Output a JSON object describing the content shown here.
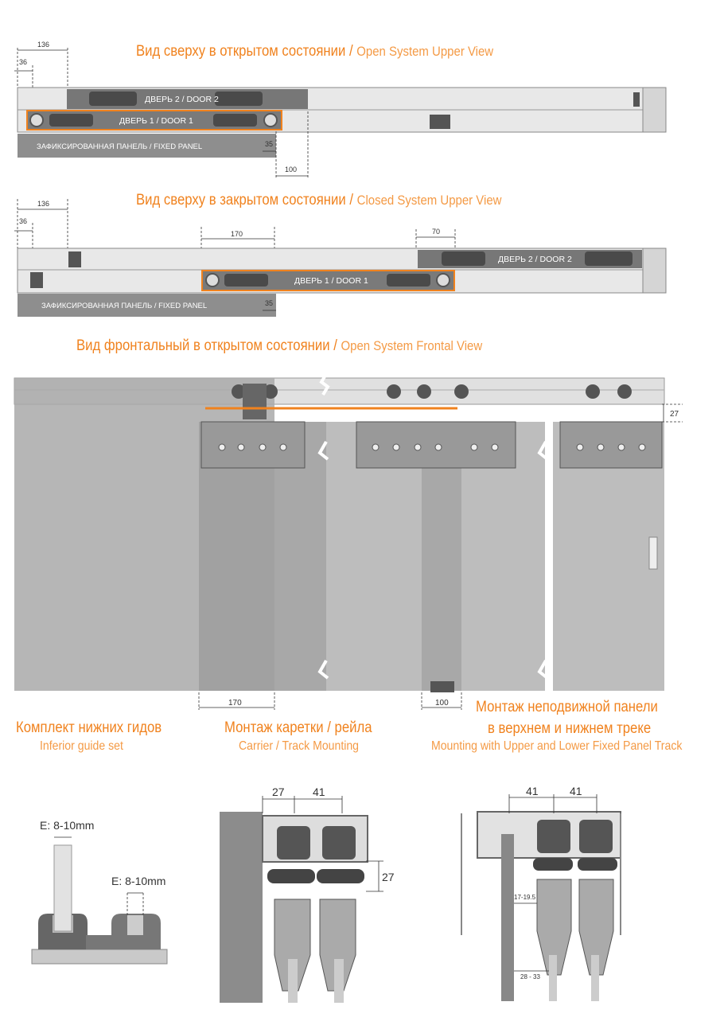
{
  "views": {
    "open_upper": {
      "ru": "Вид сверху в открытом состоянии",
      "sep": "/",
      "en": "Open System Upper View"
    },
    "closed_upper": {
      "ru": "Вид сверху в закрытом состоянии",
      "sep": "/",
      "en": "Closed System Upper View"
    },
    "open_frontal": {
      "ru": "Вид фронтальный в открытом состоянии",
      "sep": "/",
      "en": "Open System Frontal View"
    }
  },
  "labels": {
    "door2": "ДВЕРЬ 2  / DOOR 2",
    "door1": "ДВЕРЬ 1 / DOOR 1",
    "door2_closed": "ДВЕРЬ 2  / DOOR 2",
    "door1_closed": "ДВЕРЬ 1 / DOOR 1",
    "fixed_panel": "ЗАФИКСИРОВАННАЯ ПАНЕЛЬ  / FIXED PANEL",
    "fixed_panel_closed": "ЗАФИКСИРОВАННАЯ ПАНЕЛЬ  / FIXED PANEL"
  },
  "dimensions": {
    "open_136": "136",
    "open_36": "36",
    "open_35": "35",
    "open_100": "100",
    "closed_136": "136",
    "closed_36": "36",
    "closed_170": "170",
    "closed_70": "70",
    "closed_35": "35",
    "front_27": "27",
    "front_170": "170",
    "front_100": "100",
    "carrier_27a": "27",
    "carrier_41": "41",
    "carrier_27b": "27",
    "fixed_41a": "41",
    "fixed_41b": "41",
    "fixed_17": "17-19.5",
    "fixed_28": "28 - 33",
    "guide_e1": "E: 8-10mm",
    "guide_e2": "E: 8-10mm"
  },
  "captions": {
    "guide_ru": "Комплект нижних гидов",
    "guide_en": "Inferior guide set",
    "carrier_ru": "Монтаж каретки / рейла",
    "carrier_en": "Carrier / Track Mounting",
    "fixed_ru_1": "Монтаж неподвижной панели",
    "fixed_ru_2": "в верхнем и нижнем треке",
    "fixed_en": "Mounting with Upper and Lower Fixed Panel Track"
  },
  "colors": {
    "accent": "#f0821e",
    "panel": "#9a9a9a",
    "track": "#e6e6e6",
    "dark": "#555555"
  }
}
